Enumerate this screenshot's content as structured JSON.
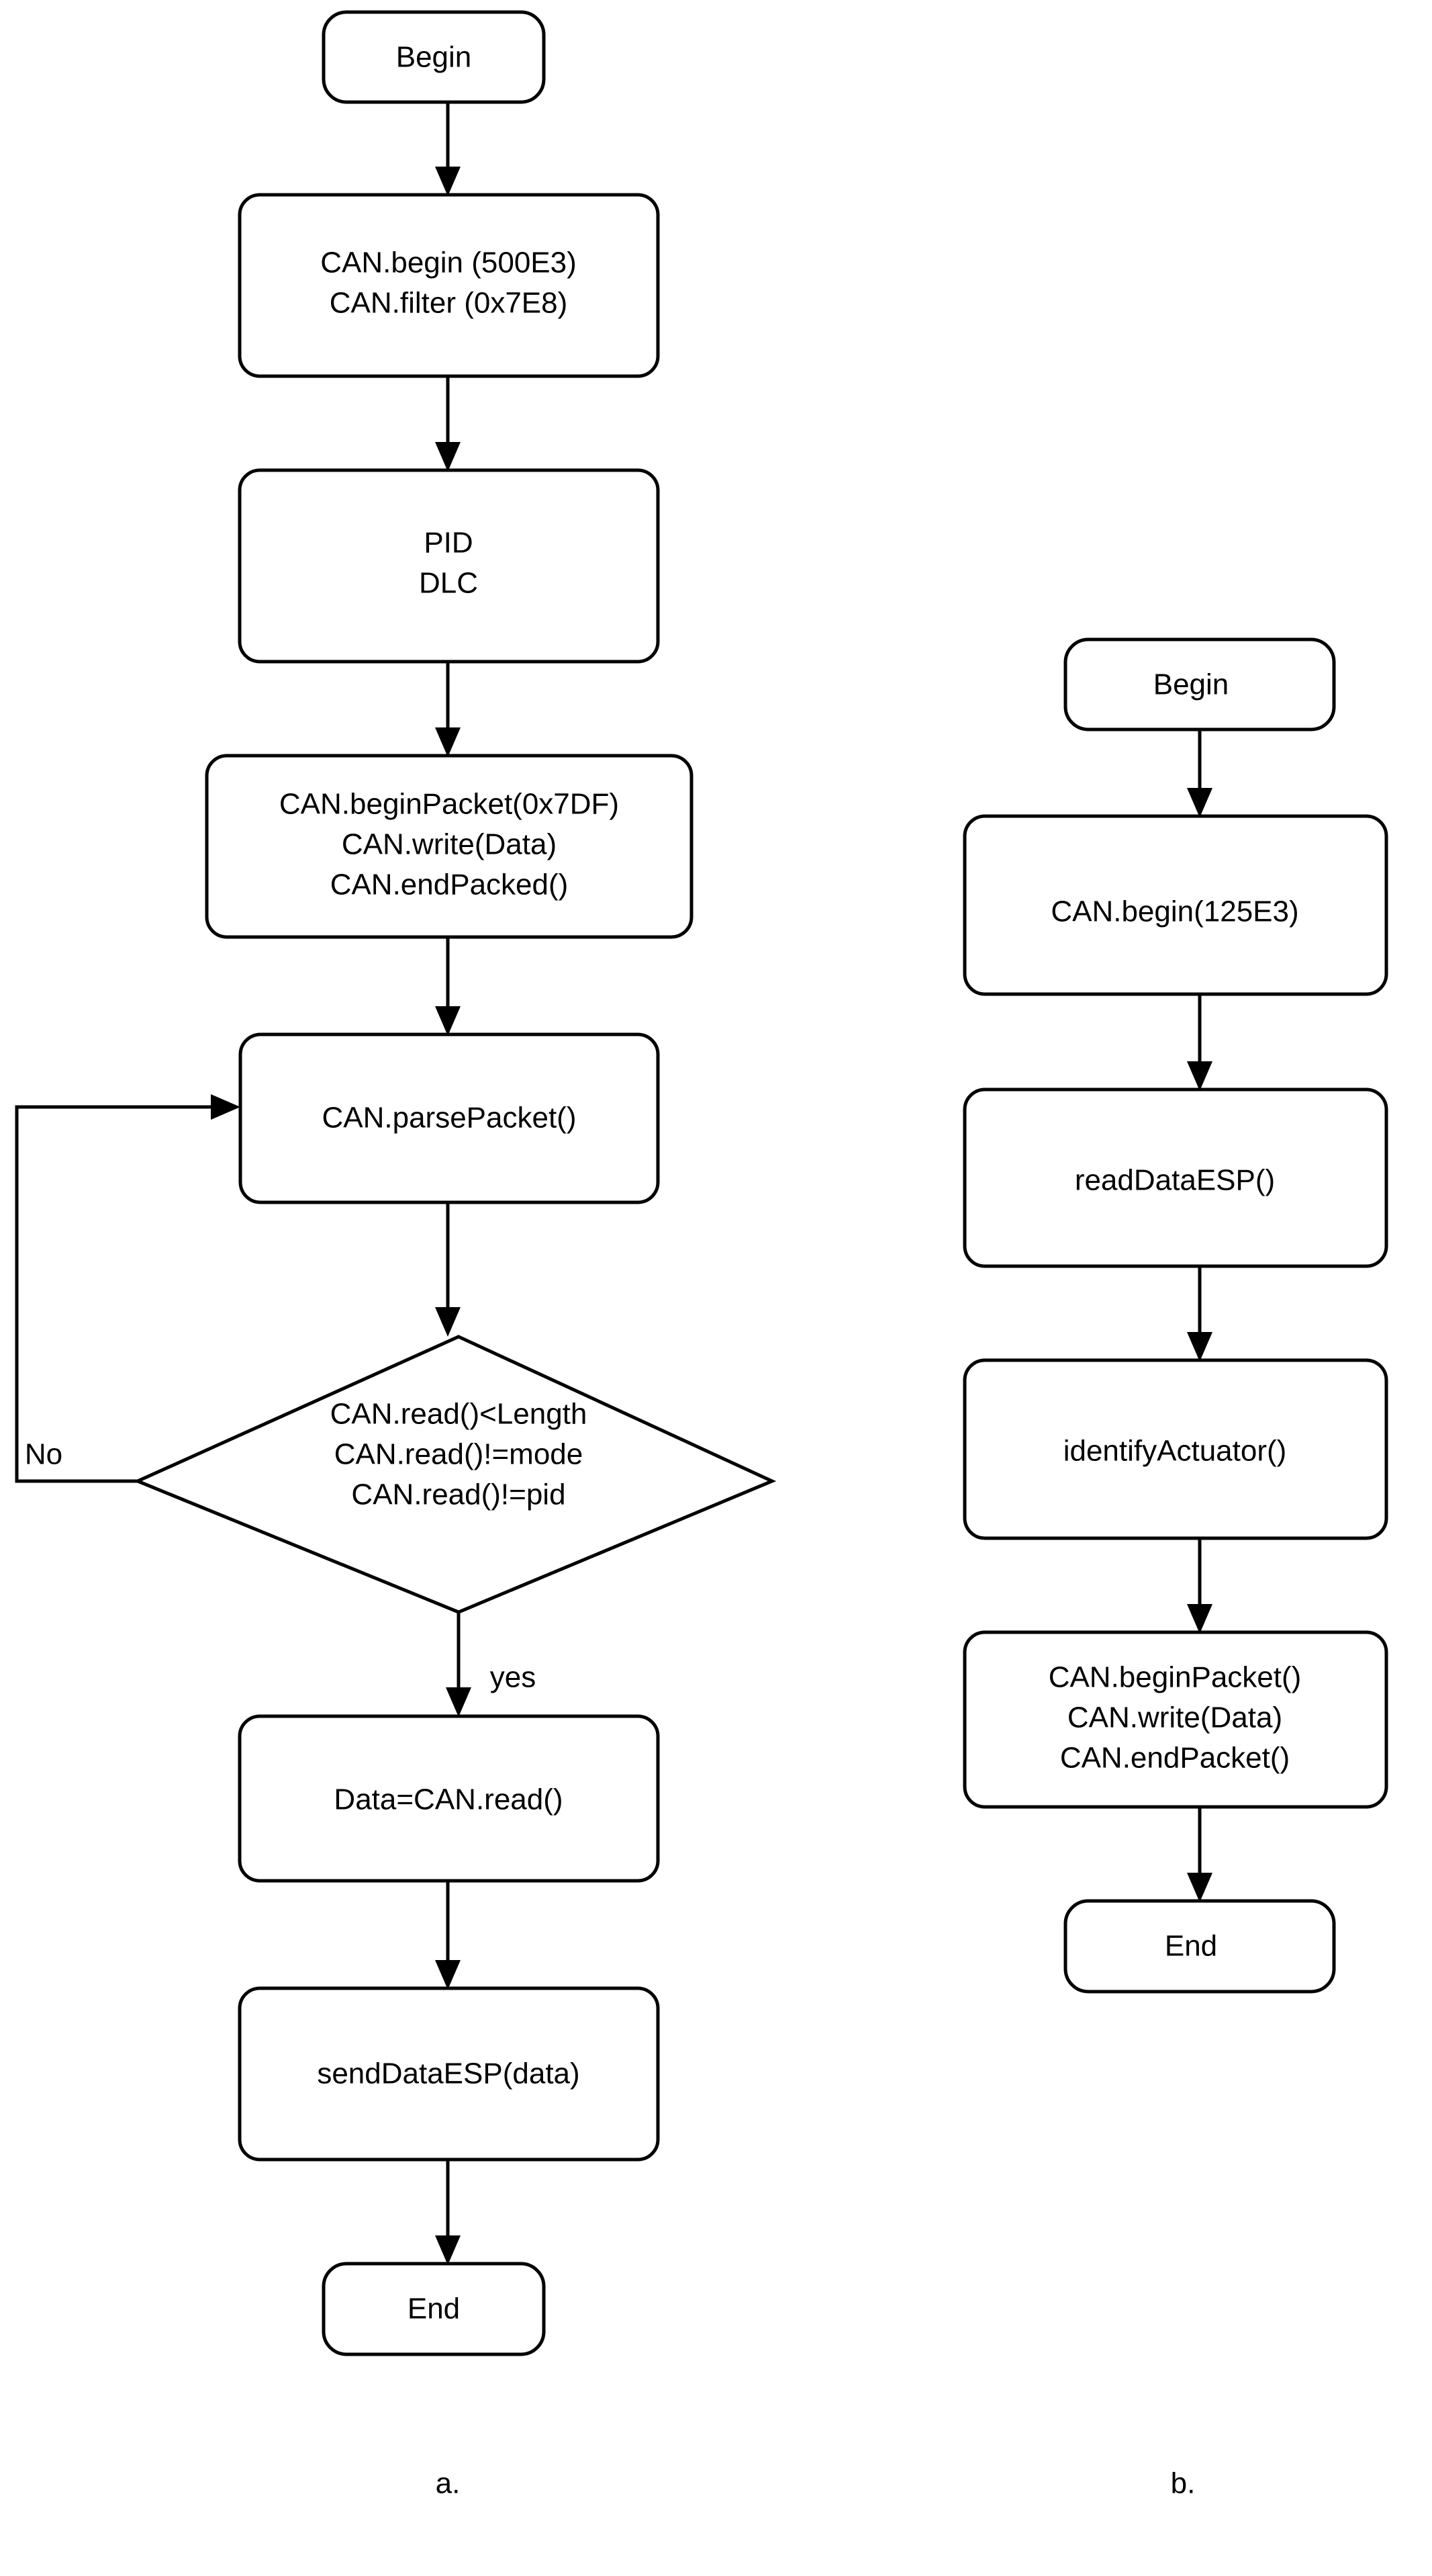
{
  "figure": {
    "title": "CAN bus communication flowcharts",
    "background_color": "#ffffff",
    "stroke_color": "#000000",
    "text_color": "#000000"
  },
  "panels": [
    {
      "id": "panel-a",
      "caption": "a.",
      "nodes": [
        {
          "id": "a-begin",
          "shape": "terminator",
          "lines": [
            "Begin"
          ]
        },
        {
          "id": "a-can-init",
          "shape": "process",
          "lines": [
            "CAN.begin (500E3)",
            "CAN.filter (0x7E8)"
          ]
        },
        {
          "id": "a-pid-dlc",
          "shape": "process",
          "lines": [
            "PID",
            "DLC"
          ]
        },
        {
          "id": "a-send-request",
          "shape": "process",
          "lines": [
            "CAN.beginPacket(0x7DF)",
            "CAN.write(Data)",
            "CAN.endPacked()"
          ]
        },
        {
          "id": "a-parse-packet",
          "shape": "process",
          "lines": [
            "CAN.parsePacket()"
          ]
        },
        {
          "id": "a-decision",
          "shape": "decision",
          "lines": [
            "CAN.read()<Length",
            "CAN.read()!=mode",
            "CAN.read()!=pid"
          ]
        },
        {
          "id": "a-read-data",
          "shape": "process",
          "lines": [
            "Data=CAN.read()"
          ]
        },
        {
          "id": "a-send-esp",
          "shape": "process",
          "lines": [
            "sendDataESP(data)"
          ]
        },
        {
          "id": "a-end",
          "shape": "terminator",
          "lines": [
            "End"
          ]
        }
      ],
      "edge_labels": {
        "no_branch": "No",
        "yes_branch": "yes"
      }
    },
    {
      "id": "panel-b",
      "caption": "b.",
      "nodes": [
        {
          "id": "b-begin",
          "shape": "terminator",
          "lines": [
            "Begin"
          ]
        },
        {
          "id": "b-can-init",
          "shape": "process",
          "lines": [
            "CAN.begin(125E3)"
          ]
        },
        {
          "id": "b-read-esp",
          "shape": "process",
          "lines": [
            "readDataESP()"
          ]
        },
        {
          "id": "b-identify",
          "shape": "process",
          "lines": [
            "identifyActuator()"
          ]
        },
        {
          "id": "b-send-packet",
          "shape": "process",
          "lines": [
            "CAN.beginPacket()",
            "CAN.write(Data)",
            "CAN.endPacket()"
          ]
        },
        {
          "id": "b-end",
          "shape": "terminator",
          "lines": [
            "End"
          ]
        }
      ],
      "edge_labels": {}
    }
  ],
  "text": {
    "a_begin": "Begin",
    "a_init_l1": "CAN.begin (500E3)",
    "a_init_l2": "CAN.filter (0x7E8)",
    "a_pid": "PID",
    "a_dlc": "DLC",
    "a_req_l1": "CAN.beginPacket(0x7DF)",
    "a_req_l2": "CAN.write(Data)",
    "a_req_l3": "CAN.endPacked()",
    "a_parse": "CAN.parsePacket()",
    "a_dec_l1": "CAN.read()<Length",
    "a_dec_l2": "CAN.read()!=mode",
    "a_dec_l3": "CAN.read()!=pid",
    "a_no": "No",
    "a_yes": "yes",
    "a_read": "Data=CAN.read()",
    "a_sendesp": "sendDataESP(data)",
    "a_end": "End",
    "a_caption": "a.",
    "b_begin": "Begin",
    "b_init": "CAN.begin(125E3)",
    "b_read": "readDataESP()",
    "b_identify": "identifyActuator()",
    "b_pkt_l1": "CAN.beginPacket()",
    "b_pkt_l2": "CAN.write(Data)",
    "b_pkt_l3": "CAN.endPacket()",
    "b_end": "End",
    "b_caption": "b."
  }
}
